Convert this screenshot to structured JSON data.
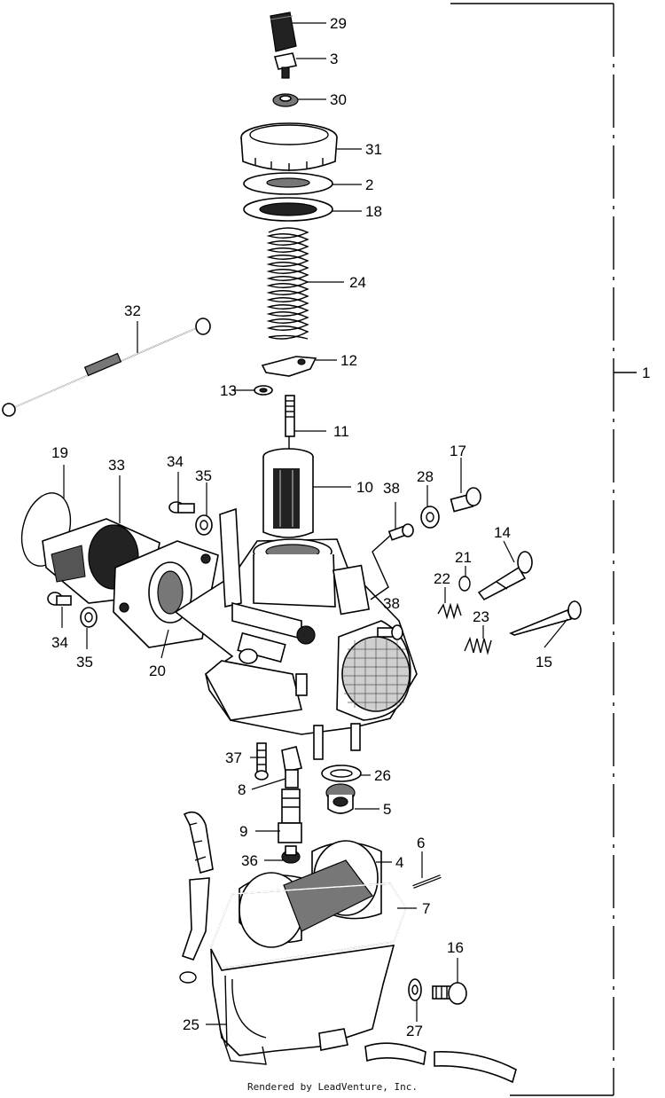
{
  "diagram": {
    "callouts": [
      "29",
      "3",
      "30",
      "31",
      "2",
      "18",
      "24",
      "32",
      "12",
      "13",
      "11",
      "19",
      "33",
      "34",
      "35",
      "10",
      "38",
      "28",
      "17",
      "14",
      "21",
      "22",
      "23",
      "15",
      "20",
      "37",
      "8",
      "26",
      "5",
      "9",
      "36",
      "6",
      "4",
      "7",
      "16",
      "27",
      "25",
      "1"
    ]
  },
  "footer": {
    "text": "Rendered by LeadVenture, Inc."
  }
}
